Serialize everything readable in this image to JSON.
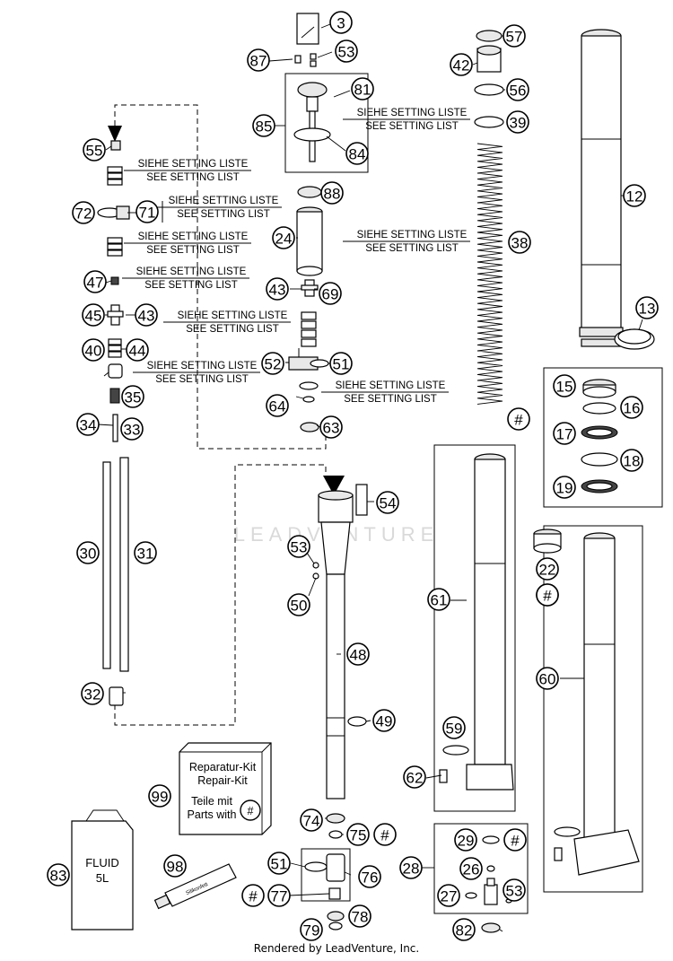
{
  "watermark": "LEADVENTURE",
  "footer": "Rendered by LeadVenture, Inc.",
  "setting_de": "SIEHE SETTING LISTE",
  "setting_en": "SEE SETTING LIST",
  "kit": {
    "line1": "Reparatur-Kit",
    "line2": "Repair-Kit",
    "line3": "Teile mit",
    "line4": "Parts with",
    "hash": "#"
  },
  "fluid_can": {
    "line1": "FLUID",
    "line2": "5L"
  },
  "tube_label": "Silikonfett",
  "callouts": [
    "3",
    "87",
    "53",
    "81",
    "85",
    "84",
    "88",
    "24",
    "43",
    "69",
    "57",
    "42",
    "56",
    "39",
    "38",
    "12",
    "13",
    "55",
    "72",
    "71",
    "47",
    "45",
    "43",
    "44",
    "40",
    "35",
    "34",
    "33",
    "52",
    "51",
    "64",
    "63",
    "15",
    "16",
    "17",
    "18",
    "19",
    "#",
    "54",
    "22",
    "#",
    "30",
    "31",
    "53",
    "50",
    "48",
    "61",
    "60",
    "32",
    "49",
    "59",
    "62",
    "99",
    "74",
    "75",
    "#",
    "83",
    "98",
    "51",
    "76",
    "#",
    "77",
    "78",
    "79",
    "28",
    "29",
    "#",
    "26",
    "27",
    "53",
    "82",
    "#"
  ]
}
